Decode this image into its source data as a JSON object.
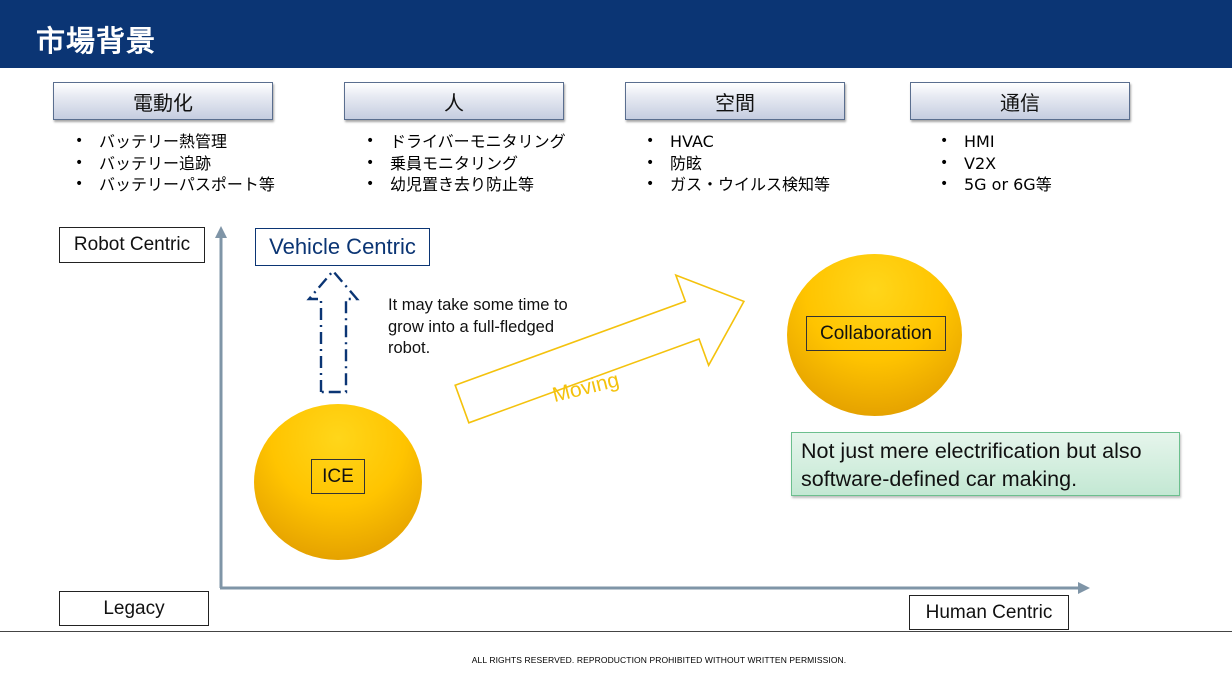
{
  "header": {
    "title": "市場背景"
  },
  "categories": [
    {
      "label": "電動化",
      "items": [
        "バッテリー熱管理",
        "バッテリー追跡",
        "バッテリーパスポート等"
      ]
    },
    {
      "label": "人",
      "items": [
        "ドライバーモニタリング",
        "乗員モニタリング",
        "幼児置き去り防止等"
      ]
    },
    {
      "label": "空間",
      "items": [
        "HVAC",
        "防眩",
        "ガス・ウイルス検知等"
      ]
    },
    {
      "label": "通信",
      "items": [
        "HMI",
        "V2X",
        "5G or 6G等"
      ]
    }
  ],
  "axes": {
    "top_left_label": "Robot Centric",
    "bottom_left_label": "Legacy",
    "bottom_right_label": "Human Centric"
  },
  "vehicle_centric_label": "Vehicle Centric",
  "growth_note": "It may take some time to grow into a full-fledged robot.",
  "moving_label": "Moving",
  "ice_label": "ICE",
  "collaboration_label": "Collaboration",
  "callout_text": "Not just mere electrification but also software-defined car making.",
  "footer": {
    "text": "ALL RIGHTS RESERVED. REPRODUCTION PROHIBITED WITHOUT WRITTEN PERMISSION."
  },
  "colors": {
    "header_bg": "#0b3574",
    "accent_navy": "#0b3574",
    "circle_gold": "#ffc400",
    "moving_yellow": "#f4c20d",
    "callout_green": "#c3e8d3"
  }
}
